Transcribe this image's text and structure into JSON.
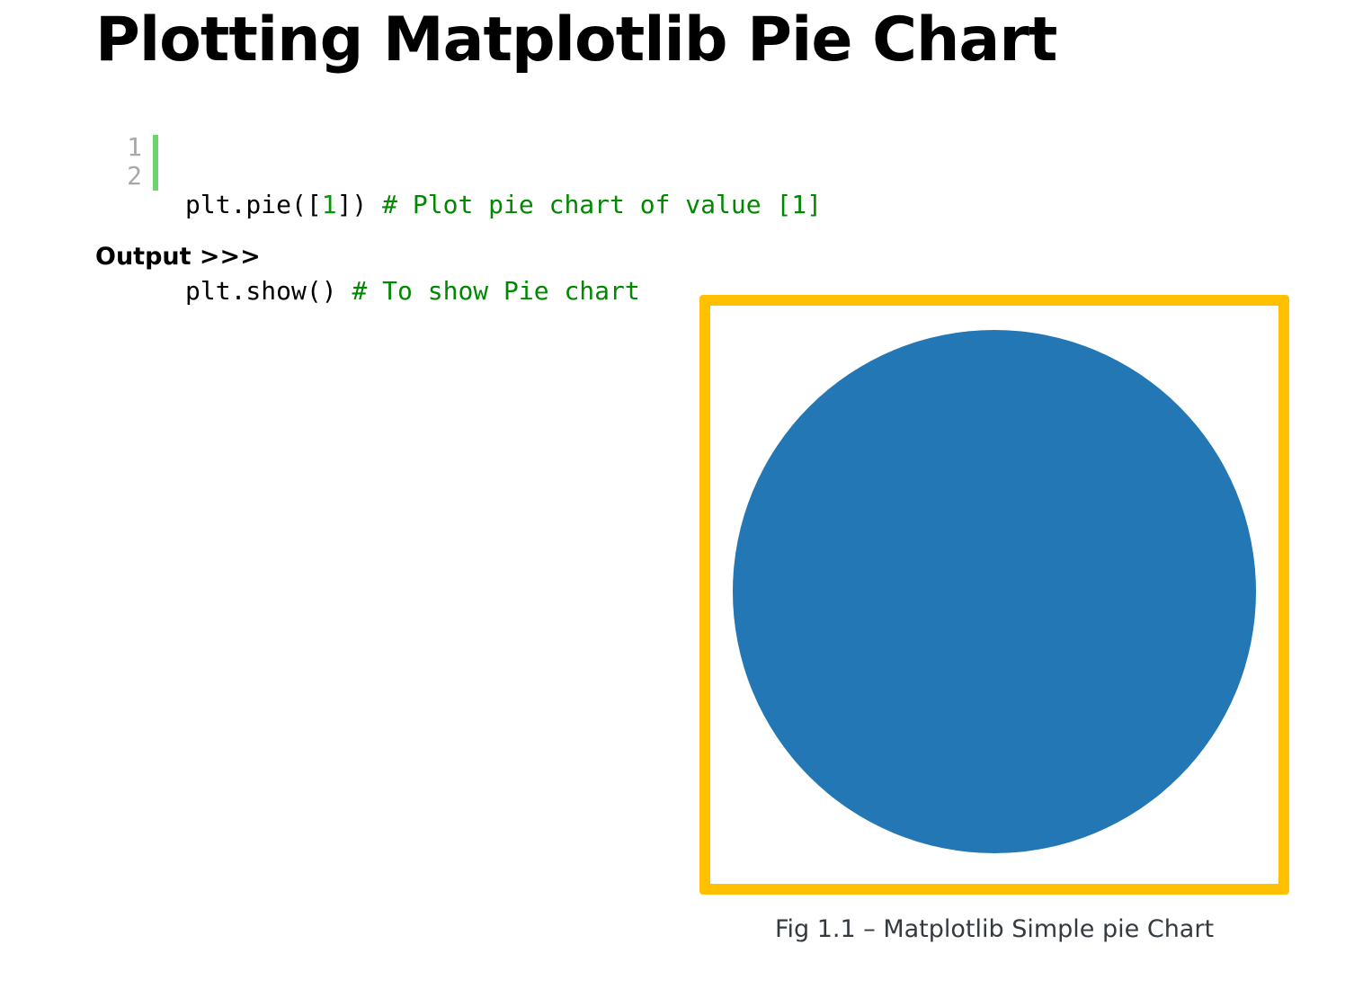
{
  "article": {
    "title": "Plotting Matplotlib Pie Chart",
    "output_label": "Output >>>",
    "caption": "Fig 1.1 – Matplotlib Simple pie Chart"
  },
  "code": {
    "line_numbers": [
      "1",
      "2"
    ],
    "lines": [
      {
        "pre": "plt.pie([",
        "num": "1",
        "post": "]) ",
        "comment": "# Plot pie chart of value [1]"
      },
      {
        "pre": "plt.show() ",
        "num": "",
        "post": "",
        "comment": "# To show Pie chart"
      }
    ]
  },
  "colors": {
    "frame": "#ffc000",
    "gutter_bar": "#6ed36e",
    "comment": "#008800",
    "line_number": "#a8a8a8"
  },
  "chart_data": {
    "type": "pie",
    "values": [
      1
    ],
    "colors": [
      "#2277b4"
    ]
  }
}
